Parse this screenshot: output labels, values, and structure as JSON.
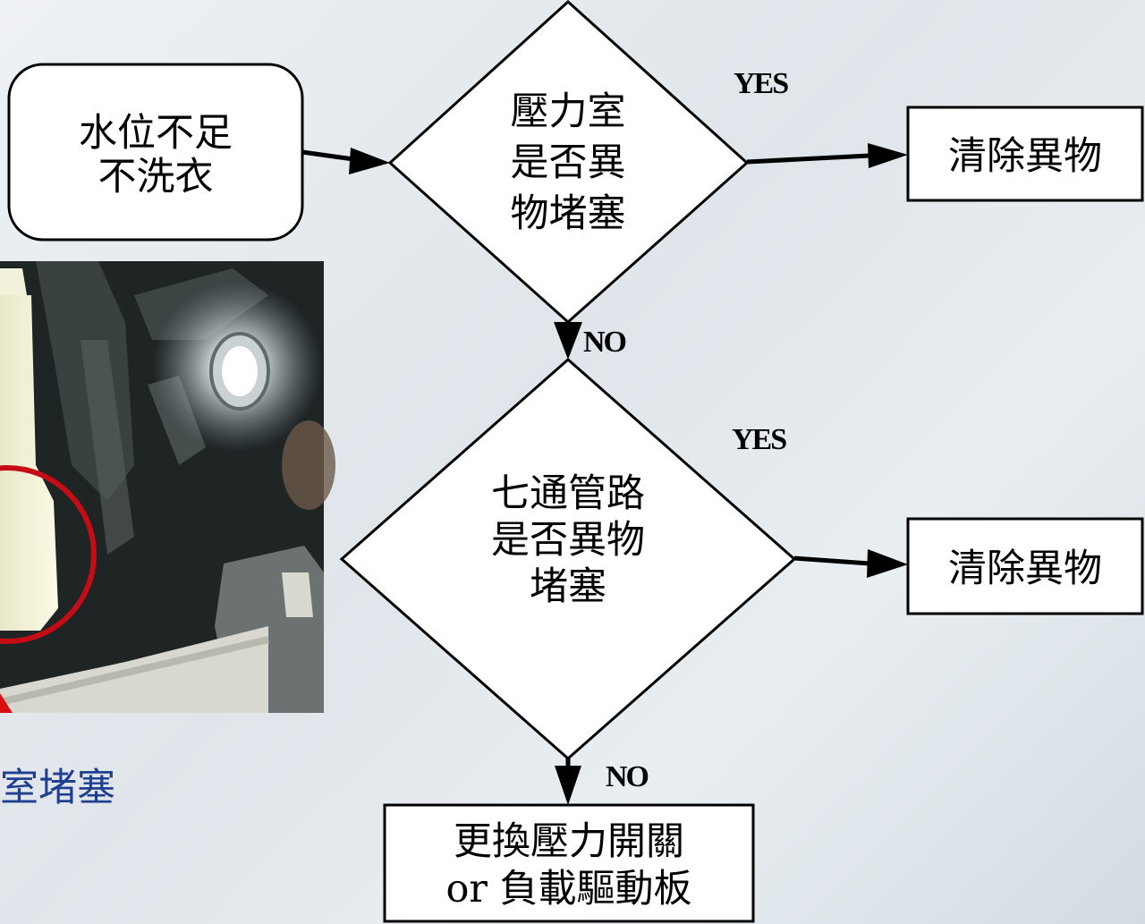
{
  "nodes": {
    "start": [
      "水位不足",
      "不洗衣"
    ],
    "decision1": [
      "壓力室",
      "是否異",
      "物堵塞"
    ],
    "action1": "清除異物",
    "decision2": [
      "七通管路",
      "是否異物",
      "堵塞"
    ],
    "action2": "清除異物",
    "final": [
      "更換壓力開關",
      "or 負載驅動板"
    ]
  },
  "edges": {
    "d1_yes": "YES",
    "d1_no": "NO",
    "d2_yes": "YES",
    "d2_no": "NO"
  },
  "photo": {
    "caption": "室堵塞"
  }
}
